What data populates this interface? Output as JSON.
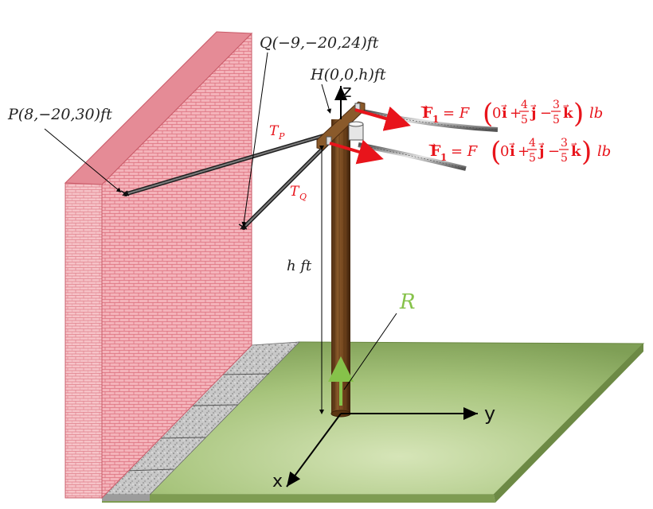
{
  "labels": {
    "P": "P(8,−20,30)ft",
    "Q": "Q(−9,−20,24)ft",
    "H": "H(0,0,h)ft",
    "TP": "T",
    "TP_sub": "P",
    "TQ": "T",
    "TQ_sub": "Q",
    "height": "h ft",
    "R": "R",
    "axis_x": "x",
    "axis_y": "y",
    "axis_z": "z"
  },
  "forces": [
    {
      "name": "F",
      "sub": "1",
      "lhs": "= F",
      "i_coef": "0",
      "j_num": "4",
      "j_den": "5",
      "k_num": "3",
      "k_den": "5",
      "i": "i",
      "j": "j",
      "k": "k",
      "unit": "lb"
    },
    {
      "name": "F",
      "sub": "1",
      "lhs": "= F",
      "i_coef": "0",
      "j_num": "4",
      "j_den": "5",
      "k_num": "3",
      "k_den": "5",
      "i": "i",
      "j": "j",
      "k": "k",
      "unit": "lb"
    }
  ],
  "colors": {
    "wall_front": "#f2a7ae",
    "wall_side": "#f5b9bf",
    "wall_top": "#e88f99",
    "ground": "#9bb86a",
    "pole": "#7a4a22",
    "force": "#e8141b",
    "reaction": "#86c24a"
  }
}
